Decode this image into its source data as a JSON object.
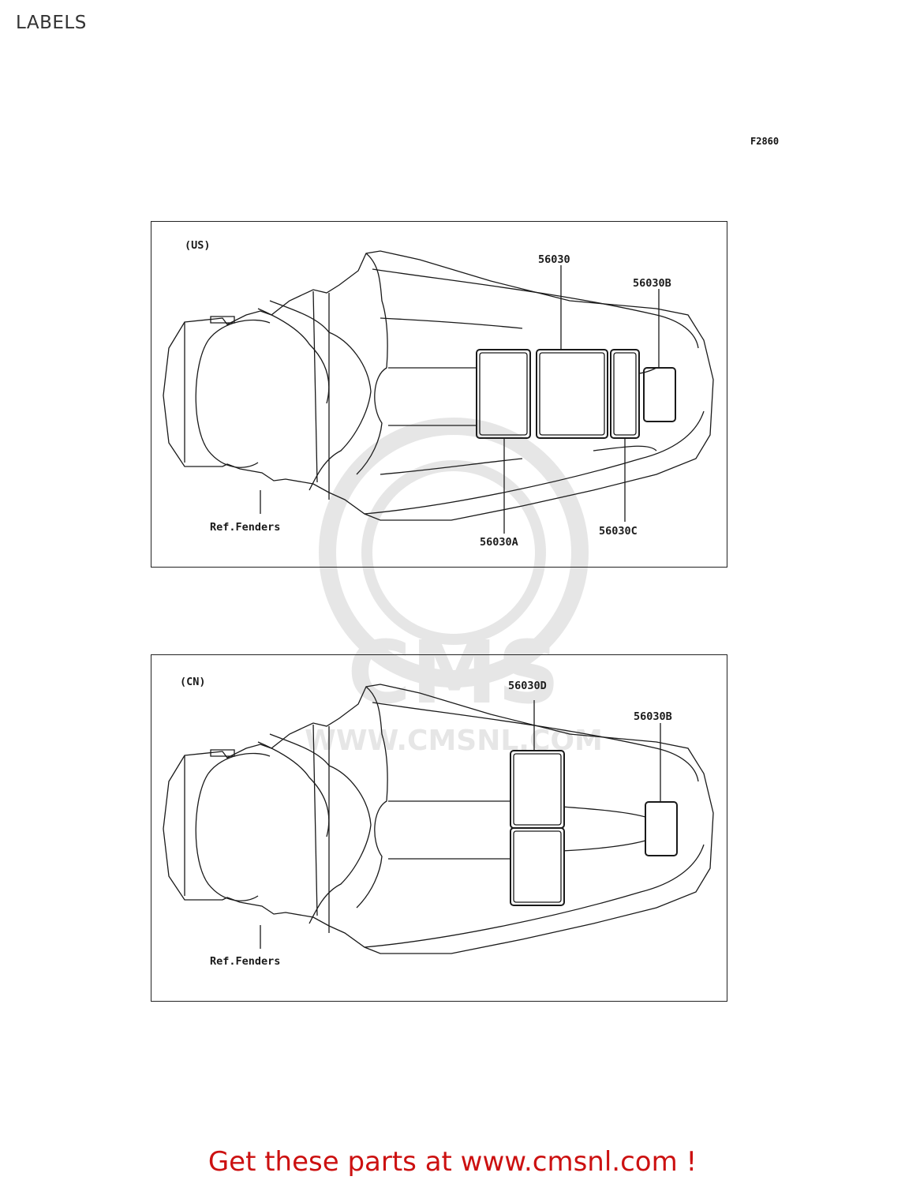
{
  "page_title": "LABELS",
  "figure_code": "F2860",
  "panels": {
    "us": {
      "region": "(US)",
      "callouts": {
        "p56030": "56030",
        "p56030B": "56030B",
        "p56030A": "56030A",
        "p56030C": "56030C",
        "ref": "Ref.Fenders"
      }
    },
    "cn": {
      "region": "(CN)",
      "callouts": {
        "p56030D": "56030D",
        "p56030B": "56030B",
        "ref": "Ref.Fenders"
      }
    }
  },
  "watermark": {
    "logo_text": "CMS",
    "url_text": "WWW.CMSNL.COM"
  },
  "promo": {
    "text": "Get these parts at www.cmsnl.com !",
    "color": "#cc1111"
  }
}
